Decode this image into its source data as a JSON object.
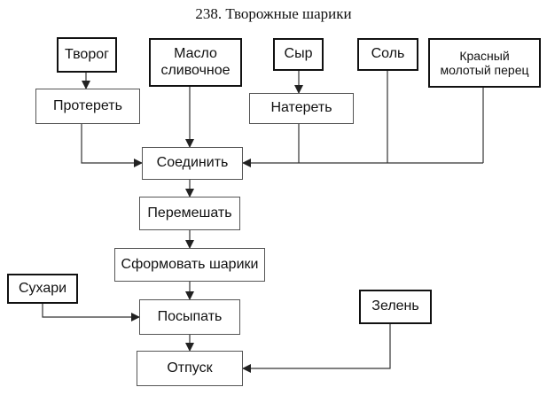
{
  "title": "238. Творожные шарики",
  "ingredients": {
    "tvorog": "Творог",
    "maslo_line1": "Масло",
    "maslo_line2": "сливочное",
    "syr": "Сыр",
    "sol": "Соль",
    "perec_line1": "Красный",
    "perec_line2": "молотый перец",
    "suhari": "Сухари",
    "zelen": "Зелень"
  },
  "steps": {
    "proteret": "Протереть",
    "nateret": "Натереть",
    "soedinit": "Соединить",
    "peremeshat": "Перемешать",
    "sformovat": "Сформовать шарики",
    "posypat": "Посыпать",
    "otpusk": "Отпуск"
  }
}
